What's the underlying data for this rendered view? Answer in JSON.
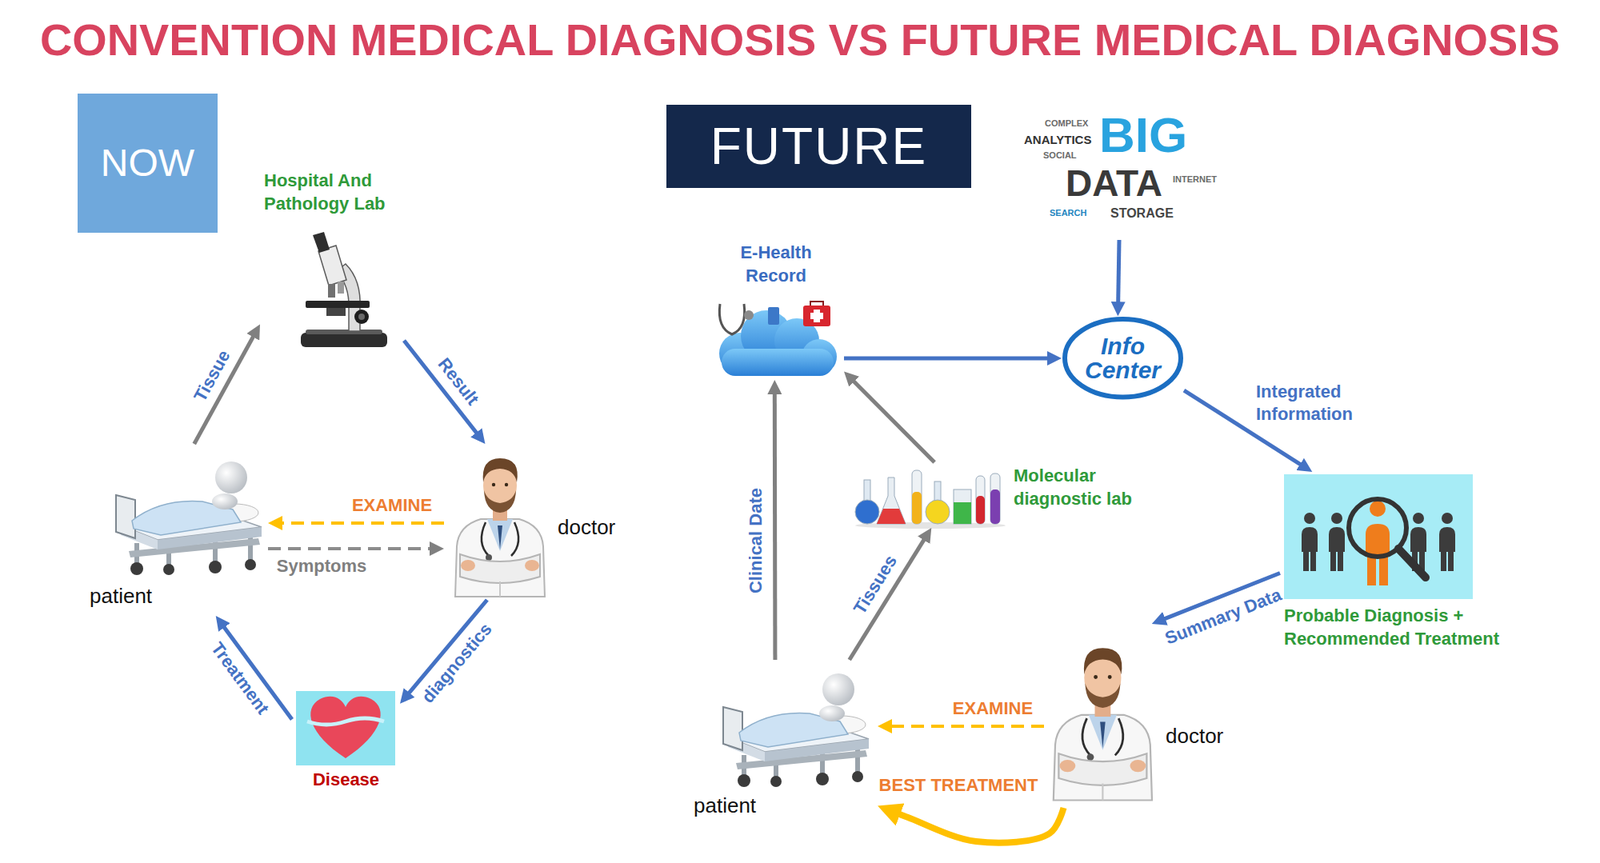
{
  "diagram": {
    "title": "CONVENTION MEDICAL DIAGNOSIS VS FUTURE MEDICAL DIAGNOSIS",
    "nodes": [
      {
        "text": [
          "NOW"
        ]
      },
      {
        "text": [
          "FUTURE"
        ]
      },
      {
        "text": [
          "BIG",
          "DATA",
          "COMPLEX",
          "ANALYTICS",
          "SOCIAL",
          "INTERNET",
          "STORAGE",
          "SEARCH"
        ]
      },
      {
        "text": [
          "Hospital And Pathology Lab"
        ]
      },
      {
        "text": [
          "E-Health Record"
        ]
      },
      {
        "text": [
          "Info Center"
        ]
      },
      {
        "text": [
          "doctor"
        ]
      },
      {
        "text": [
          "patient"
        ]
      },
      {
        "text": [
          "Molecular diagnostic lab"
        ]
      },
      {
        "text": [
          "Probable Diagnosis + Recommended Treatment"
        ]
      },
      {
        "text": [
          "Disease"
        ]
      },
      {
        "text": [
          "doctor"
        ]
      },
      {
        "text": [
          "patient"
        ]
      }
    ],
    "edges": [
      {
        "from": 7,
        "to": 3,
        "label": "Tissue",
        "arrow": "to"
      },
      {
        "from": 3,
        "to": 6,
        "label": "Result",
        "arrow": "to"
      },
      {
        "from": 6,
        "to": 7,
        "label": "EXAMINE",
        "arrow": "to"
      },
      {
        "from": 7,
        "to": 6,
        "label": "Symptoms",
        "arrow": "to"
      },
      {
        "from": 6,
        "to": 10,
        "label": "diagnostics",
        "arrow": "to"
      },
      {
        "from": 10,
        "to": 7,
        "label": "Treatment",
        "arrow": "to"
      },
      {
        "from": 12,
        "to": 4,
        "label": "Clinical Date",
        "arrow": "to"
      },
      {
        "from": 12,
        "to": 8,
        "label": "Tissues",
        "arrow": "to"
      },
      {
        "from": 8,
        "to": 4,
        "arrow": "to"
      },
      {
        "from": 4,
        "to": 5,
        "arrow": "to"
      },
      {
        "from": 2,
        "to": 5,
        "arrow": "to"
      },
      {
        "from": 5,
        "to": 9,
        "label": "Integrated Information",
        "arrow": "to"
      },
      {
        "from": 9,
        "to": 11,
        "label": "Summary Data",
        "arrow": "to"
      },
      {
        "from": 11,
        "to": 12,
        "label": "EXAMINE",
        "arrow": "to"
      },
      {
        "from": 11,
        "to": 12,
        "label": "BEST TREATMENT",
        "arrow": "to"
      }
    ]
  }
}
